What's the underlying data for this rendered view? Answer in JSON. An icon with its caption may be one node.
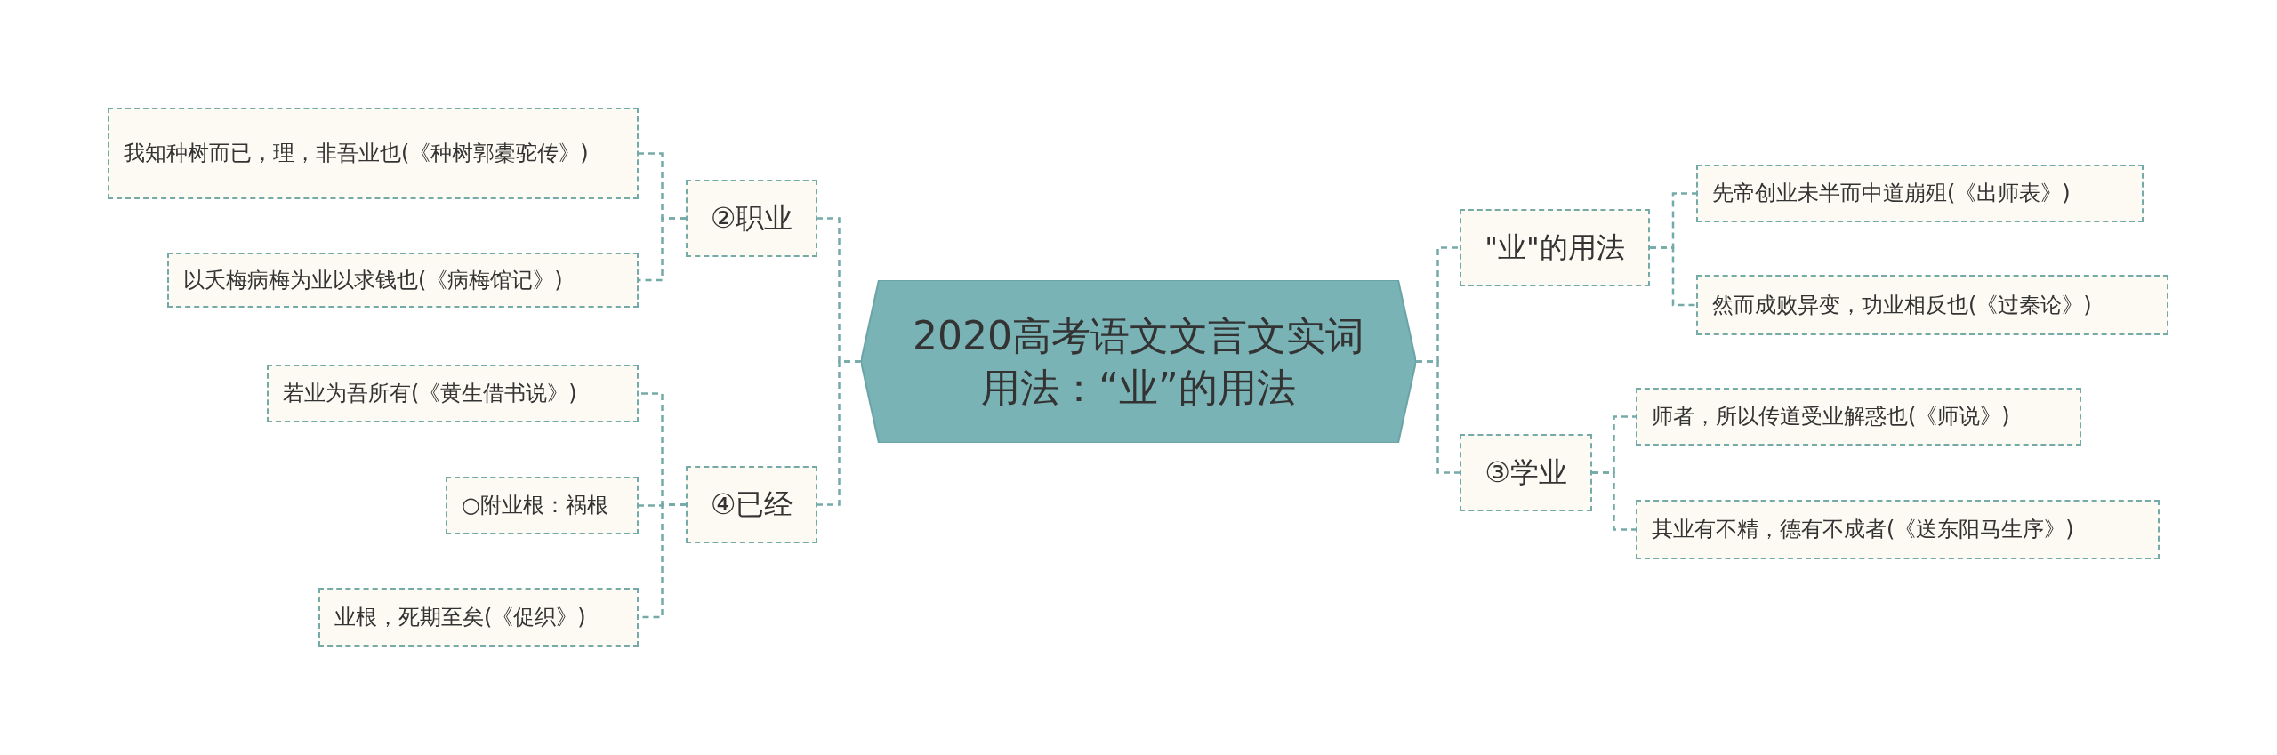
{
  "diagram": {
    "nodes": [
      {
        "text": [
          "2020高考语文文言文实词用法：“业”的用法"
        ]
      },
      {
        "text": [
          "②职业"
        ]
      },
      {
        "text": [
          "我知种树而已，理，非吾业也(《种树郭橐驼传》)"
        ]
      },
      {
        "text": [
          "以夭梅病梅为业以求钱也(《病梅馆记》)"
        ]
      },
      {
        "text": [
          "④已经"
        ]
      },
      {
        "text": [
          "若业为吾所有(《黄生借书说》)"
        ]
      },
      {
        "text": [
          "○附业根：祸根"
        ]
      },
      {
        "text": [
          "业根，死期至矣(《促织》)"
        ]
      },
      {
        "text": [
          "\"业\"的用法"
        ]
      },
      {
        "text": [
          "先帝创业未半而中道崩殂(《出师表》)"
        ]
      },
      {
        "text": [
          "然而成败异变，功业相反也(《过秦论》)"
        ]
      },
      {
        "text": [
          "③学业"
        ]
      },
      {
        "text": [
          "师者，所以传道受业解惑也(《师说》)"
        ]
      },
      {
        "text": [
          "其业有不精，德有不成者(《送东阳马生序》)"
        ]
      }
    ],
    "edges": [
      {
        "from": 0,
        "to": 1,
        "arrow": "none"
      },
      {
        "from": 1,
        "to": 2,
        "arrow": "none"
      },
      {
        "from": 1,
        "to": 3,
        "arrow": "none"
      },
      {
        "from": 0,
        "to": 4,
        "arrow": "none"
      },
      {
        "from": 4,
        "to": 5,
        "arrow": "none"
      },
      {
        "from": 4,
        "to": 6,
        "arrow": "none"
      },
      {
        "from": 4,
        "to": 7,
        "arrow": "none"
      },
      {
        "from": 0,
        "to": 8,
        "arrow": "none"
      },
      {
        "from": 8,
        "to": 9,
        "arrow": "none"
      },
      {
        "from": 8,
        "to": 10,
        "arrow": "none"
      },
      {
        "from": 0,
        "to": 11,
        "arrow": "none"
      },
      {
        "from": 11,
        "to": 12,
        "arrow": "none"
      },
      {
        "from": 11,
        "to": 13,
        "arrow": "none"
      }
    ]
  }
}
